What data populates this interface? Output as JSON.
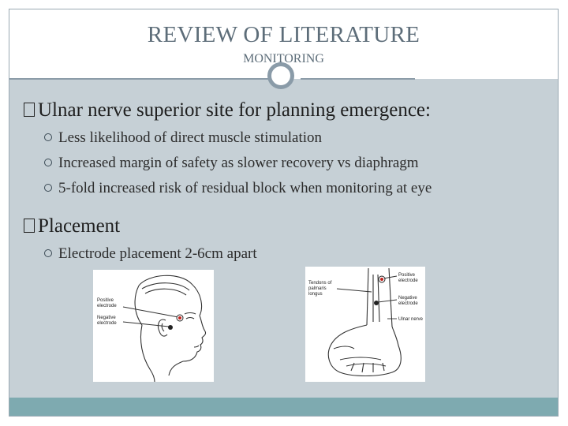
{
  "header": {
    "title": "REVIEW OF LITERATURE",
    "subtitle": "MONITORING"
  },
  "sections": [
    {
      "heading": "Ulnar nerve superior site for planning emergence:",
      "items": [
        "Less likelihood of direct muscle stimulation",
        "Increased margin of safety as slower recovery vs diaphragm",
        "5-fold increased risk of residual block when monitoring at eye"
      ]
    },
    {
      "heading": "Placement",
      "items": [
        "Electrode placement 2-6cm apart"
      ]
    }
  ],
  "figures": {
    "face": {
      "positive_label_1": "Positive",
      "positive_label_2": "electrode",
      "negative_label_1": "Negative",
      "negative_label_2": "electrode"
    },
    "wrist": {
      "tendons_label_1": "Tendons of",
      "tendons_label_2": "palmaris",
      "tendons_label_3": "longus",
      "positive_label_1": "Positive",
      "positive_label_2": "electrode",
      "negative_label_1": "Negative",
      "negative_label_2": "electrode",
      "ulnar_label": "Ulnar nerve"
    }
  },
  "colors": {
    "title_text": "#5d6d79",
    "content_bg": "#c6d0d6",
    "footer_bar": "#7eaab0",
    "electrode_red": "#c0241f"
  }
}
